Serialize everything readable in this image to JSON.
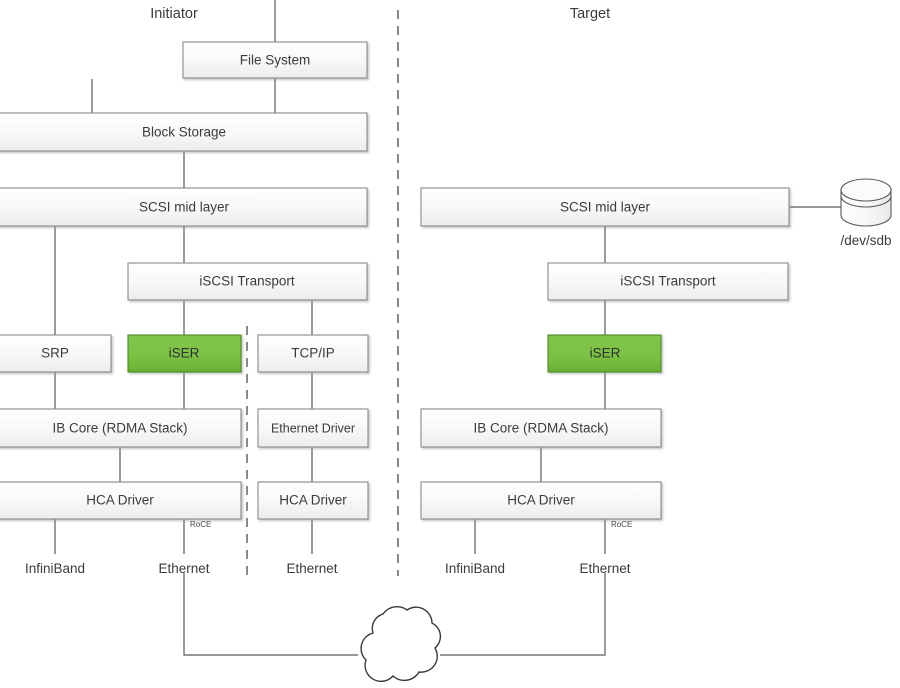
{
  "diagram": {
    "title_left": "Initiator",
    "title_right": "Target",
    "colors": {
      "highlight_green": "#79c143",
      "highlight_green_dark": "#66ae33",
      "highlight_border": "#4e8a22",
      "box_fill_top": "#fdfdfd",
      "box_fill_bottom": "#eeeeee",
      "box_border": "#8a8a8a",
      "connector": "#5a5a5a",
      "text": "#3b3b3b"
    },
    "initiator": {
      "file_system": "File System",
      "block_storage": "Block Storage",
      "scsi_mid_layer": "SCSI mid layer",
      "iscsi_transport": "iSCSI Transport",
      "srp": "SRP",
      "iser": "iSER",
      "tcp_ip": "TCP/IP",
      "ib_core": "IB Core (RDMA Stack)",
      "ethernet_driver": "Ethernet Driver",
      "hca_driver_ib": "HCA Driver",
      "hca_driver_eth": "HCA Driver",
      "roce_tag": "RoCE",
      "wire_infiniband": "InfiniBand",
      "wire_ethernet_roce": "Ethernet",
      "wire_ethernet_tcp": "Ethernet"
    },
    "target": {
      "scsi_mid_layer": "SCSI mid layer",
      "iscsi_transport": "iSCSI Transport",
      "iser": "iSER",
      "ib_core": "IB Core (RDMA Stack)",
      "hca_driver": "HCA Driver",
      "roce_tag": "RoCE",
      "wire_infiniband": "InfiniBand",
      "wire_ethernet": "Ethernet",
      "disk_label": "/dev/sdb"
    }
  }
}
